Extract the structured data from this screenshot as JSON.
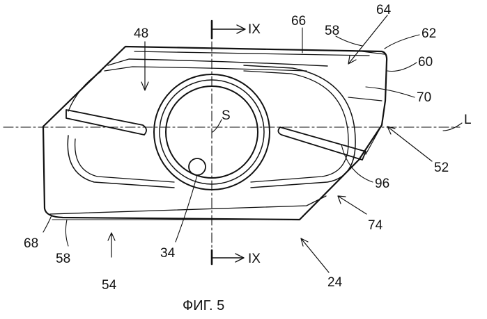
{
  "figure": {
    "caption": "ФИГ. 5",
    "section_marker": "IX",
    "axis_label": "L",
    "center_label": "S",
    "reference_numerals": [
      "48",
      "66",
      "58",
      "64",
      "62",
      "60",
      "70",
      "52",
      "96",
      "74",
      "24",
      "54",
      "58",
      "68",
      "34"
    ]
  },
  "colors": {
    "line": "#111111",
    "background": "#ffffff"
  }
}
